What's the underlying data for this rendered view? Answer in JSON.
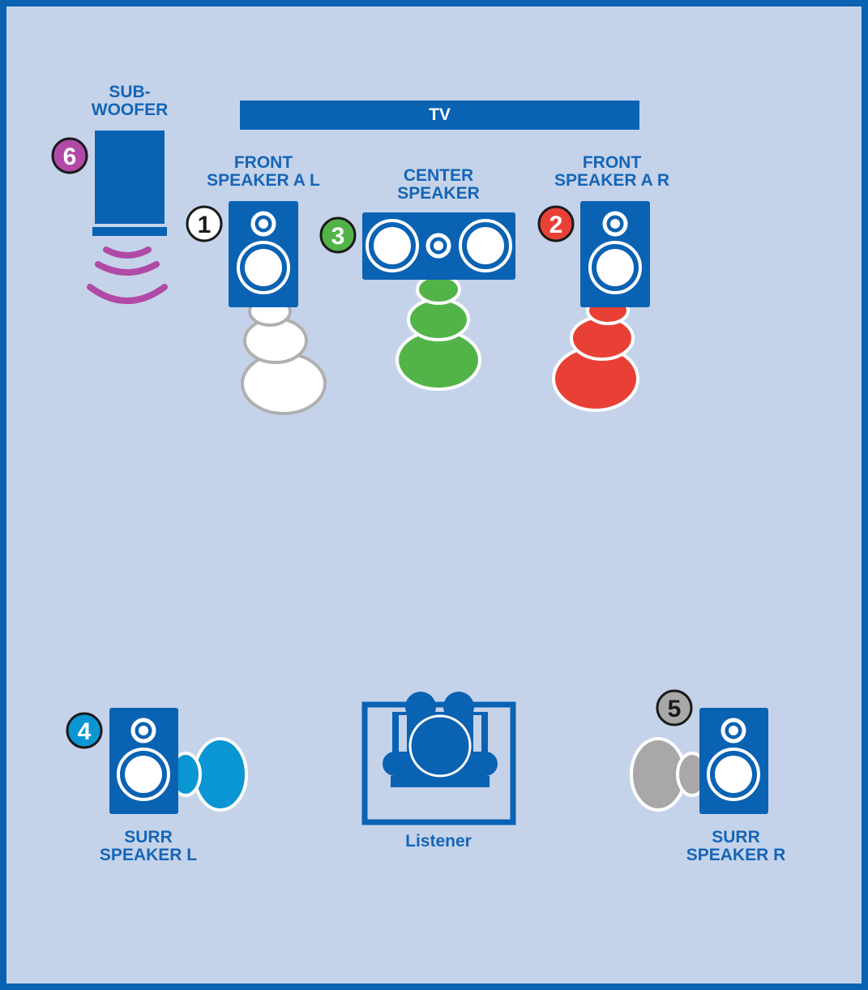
{
  "tv": {
    "label": "TV"
  },
  "subwoofer": {
    "label_line1": "SUB-",
    "label_line2": "WOOFER",
    "number": "6"
  },
  "front_left": {
    "label_line1": "FRONT",
    "label_line2": "SPEAKER A L",
    "number": "1"
  },
  "center": {
    "label_line1": "CENTER",
    "label_line2": "SPEAKER",
    "number": "3"
  },
  "front_right": {
    "label_line1": "FRONT",
    "label_line2": "SPEAKER A R",
    "number": "2"
  },
  "surr_left": {
    "label_line1": "SURR",
    "label_line2": "SPEAKER L",
    "number": "4"
  },
  "surr_right": {
    "label_line1": "SURR",
    "label_line2": "SPEAKER R",
    "number": "5"
  },
  "listener": {
    "label": "Listener"
  },
  "colors": {
    "frame": "#0a62b3",
    "background": "#c5d3ea",
    "speaker": "#0a62b3",
    "label_text": "#1565b8",
    "front_left_sound": "#ffffff",
    "center_sound": "#52b448",
    "front_right_sound": "#e84035",
    "surr_left_sound": "#0a96d2",
    "surr_right_sound": "#a8a8a8",
    "subwoofer_waves": "#b04aa6"
  }
}
